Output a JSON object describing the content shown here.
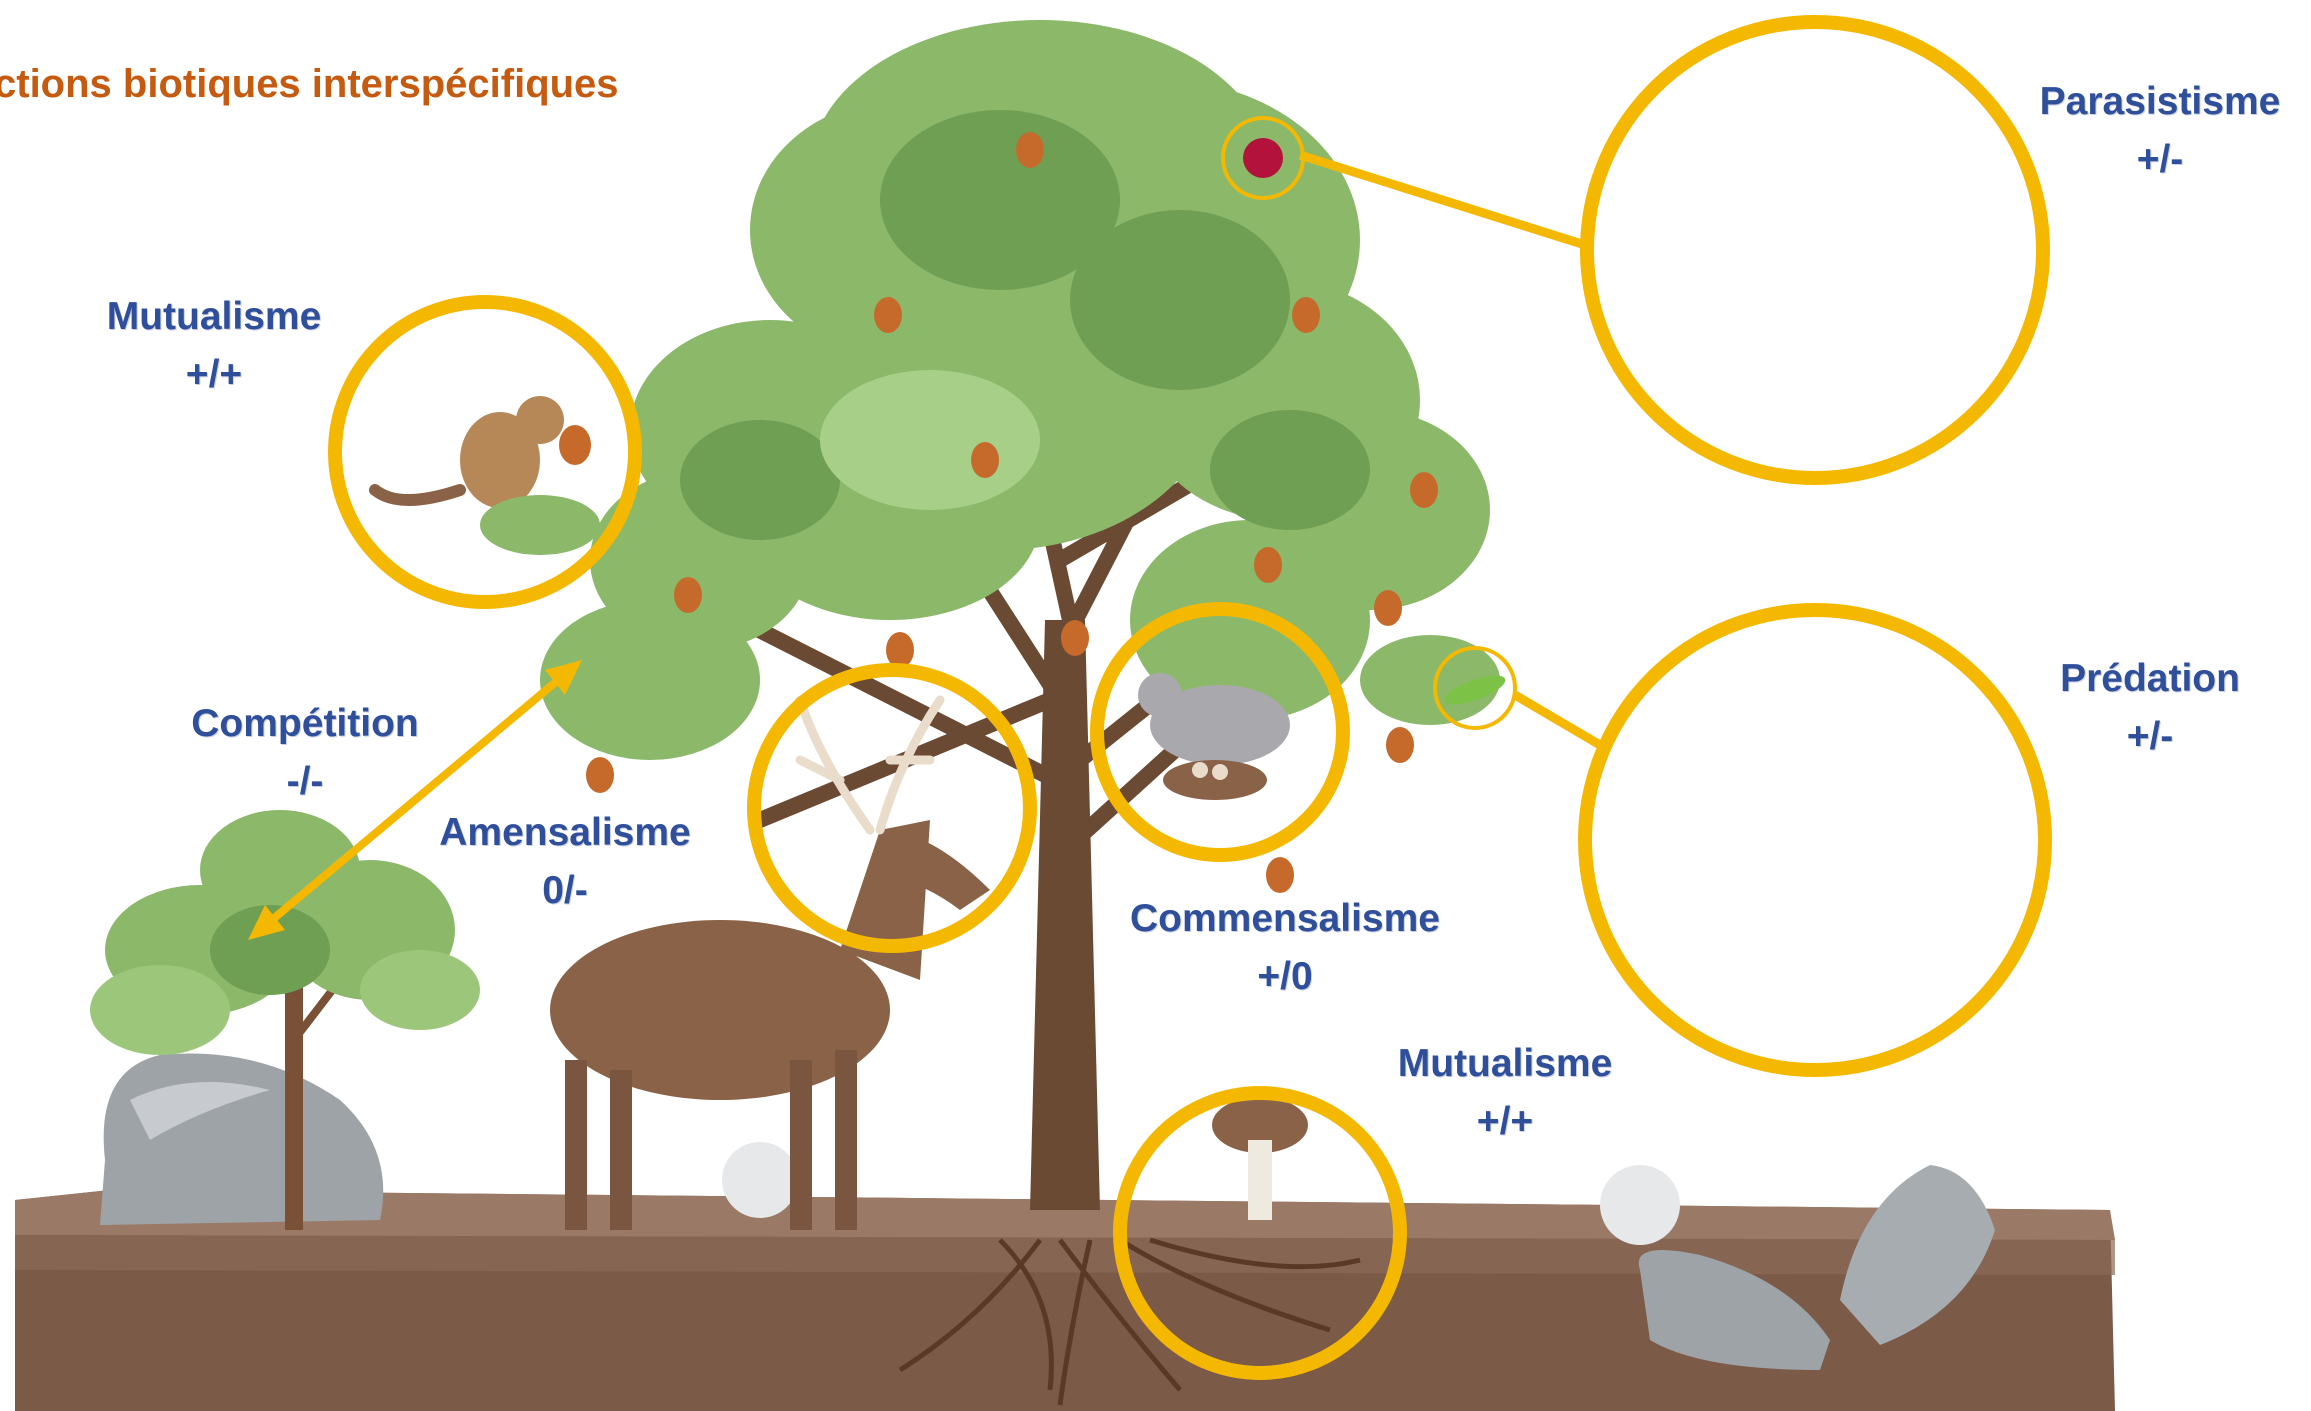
{
  "title": "ctions biotiques interspécifiques",
  "labels": {
    "mutualisme_top": {
      "name": "Mutualisme",
      "sign": "+/+"
    },
    "competition": {
      "name": "Compétition",
      "sign": "-/-"
    },
    "amensalisme": {
      "name": "Amensalisme",
      "sign": "0/-"
    },
    "commensalisme": {
      "name": "Commensalisme",
      "sign": "+/0"
    },
    "mutualisme_bottom": {
      "name": "Mutualisme",
      "sign": "+/+"
    },
    "parasitisme": {
      "name": "Parasistisme",
      "sign": "+/-"
    },
    "predation": {
      "name": "Prédation",
      "sign": "+/-"
    }
  },
  "colors": {
    "circle_ring": "#f5b800",
    "label_text": "#2f4f9b",
    "title_text": "#c55a11",
    "foliage": "#8cb86a",
    "foliage_dark": "#6e9f52",
    "trunk": "#6b4a33",
    "soil": "#7b5a48",
    "rock": "#9ea3a8"
  }
}
